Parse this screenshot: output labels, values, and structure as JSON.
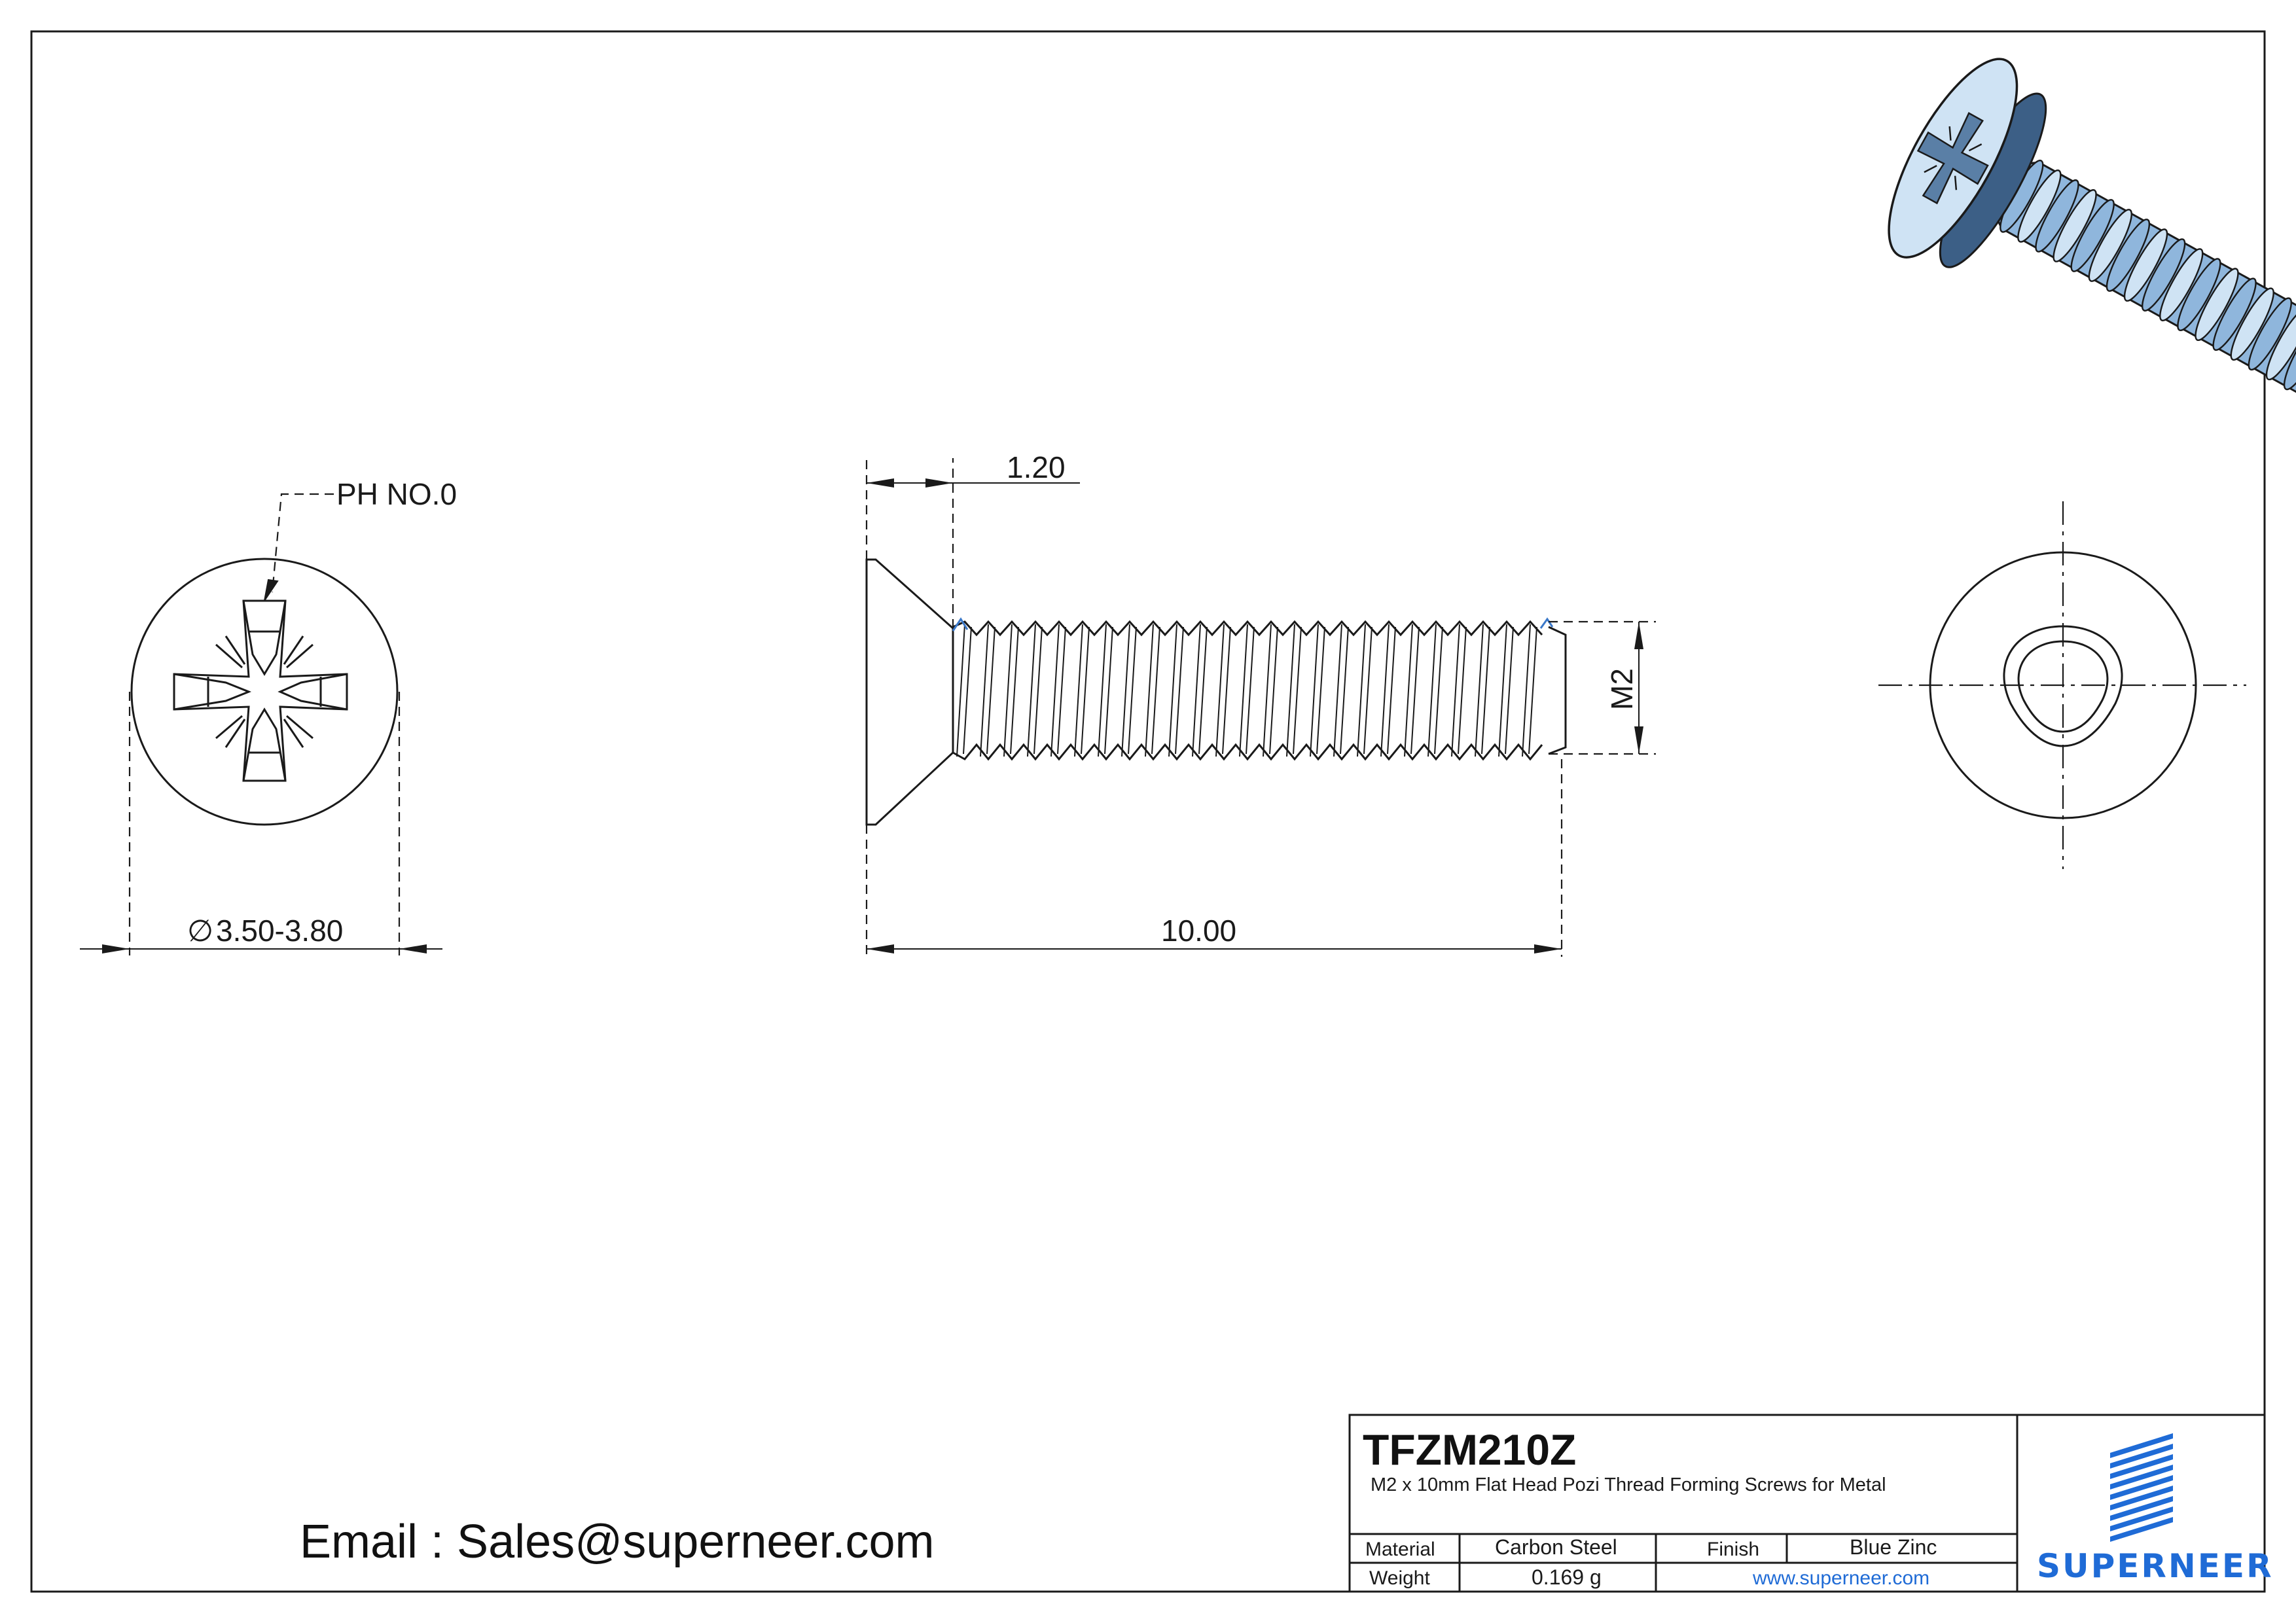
{
  "drawing": {
    "head_view": {
      "recess_callout": "PH NO.0",
      "diameter_symbol": "∅",
      "diameter_value": "3.50-3.80"
    },
    "side_view": {
      "head_height": "1.20",
      "overall_length": "10.00",
      "thread_size": "M2"
    },
    "render_colors": {
      "zinc_light": "#cfe3f4",
      "zinc_mid": "#8fb6dc",
      "zinc_dark": "#3c5f86",
      "thread_tip_accent": "#3a78c9"
    }
  },
  "contact": {
    "email_line": "Email : Sales@superneer.com"
  },
  "title_block": {
    "part_number": "TFZM210Z",
    "description": "M2 x 10mm Flat Head Pozi Thread Forming Screws for Metal",
    "material_label": "Material",
    "material_value": "Carbon Steel",
    "finish_label": "Finish",
    "finish_value": "Blue Zinc",
    "weight_label": "Weight",
    "weight_value": "0.169 g",
    "website": "www.superneer.com",
    "brand": "SUPERNEER",
    "brand_color": "#1f6bd6"
  }
}
